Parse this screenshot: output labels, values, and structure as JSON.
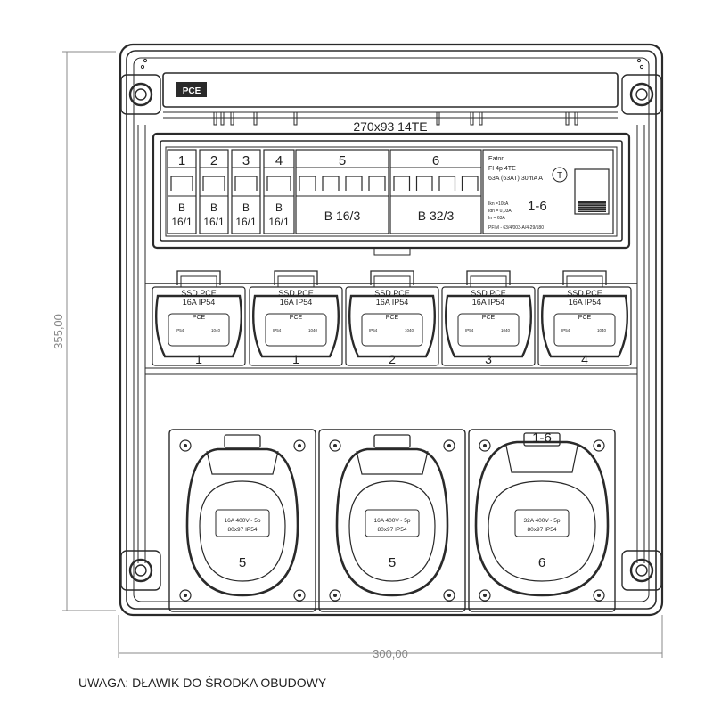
{
  "logo": "PCE",
  "enclosure_label": "270x93 14TE",
  "dimensions": {
    "height": "355,00",
    "width": "300,00"
  },
  "breakers": [
    {
      "number": "1",
      "rating_line1": "B",
      "rating_line2": "16/1"
    },
    {
      "number": "2",
      "rating_line1": "B",
      "rating_line2": "16/1"
    },
    {
      "number": "3",
      "rating_line1": "B",
      "rating_line2": "16/1"
    },
    {
      "number": "4",
      "rating_line1": "B",
      "rating_line2": "16/1"
    },
    {
      "number": "5",
      "rating_line1": "B 16/3",
      "rating_line2": ""
    },
    {
      "number": "6",
      "rating_line1": "B 32/3",
      "rating_line2": ""
    }
  ],
  "rcd": {
    "brand": "Eaton",
    "model": "FI 4p 4TE",
    "rating": "63A (63AT) 30mA A",
    "range": "1-6",
    "specs": [
      "Ikn =10kA",
      "Idn = 0,03A",
      "In = 63A"
    ],
    "code": "PFIM - 63/4/003-A/4-29/180"
  },
  "sockets_230": [
    {
      "header1": "SSD PCE",
      "header2": "16A IP54",
      "sub": "PCE",
      "left": "IP54",
      "right": "1040",
      "number": "1"
    },
    {
      "header1": "SSD PCE",
      "header2": "16A IP54",
      "sub": "PCE",
      "left": "IP54",
      "right": "1040",
      "number": "1"
    },
    {
      "header1": "SSD PCE",
      "header2": "16A IP54",
      "sub": "PCE",
      "left": "IP54",
      "right": "1040",
      "number": "2"
    },
    {
      "header1": "SSD PCE",
      "header2": "16A IP54",
      "sub": "PCE",
      "left": "IP54",
      "right": "1040",
      "number": "3"
    },
    {
      "header1": "SSD PCE",
      "header2": "16A IP54",
      "sub": "PCE",
      "left": "IP54",
      "right": "1040",
      "number": "4"
    }
  ],
  "sockets_400": [
    {
      "line1": "16A 400V~ 5p",
      "line2": "80x97 IP54",
      "number": "5"
    },
    {
      "line1": "16A 400V~ 5p",
      "line2": "80x97 IP54",
      "number": "5"
    },
    {
      "line1": "32A 400V~ 5p",
      "line2": "80x97 IP54",
      "number": "6"
    }
  ],
  "note": "UWAGA: DŁAWIK DO ŚRODKA OBUDOWY"
}
